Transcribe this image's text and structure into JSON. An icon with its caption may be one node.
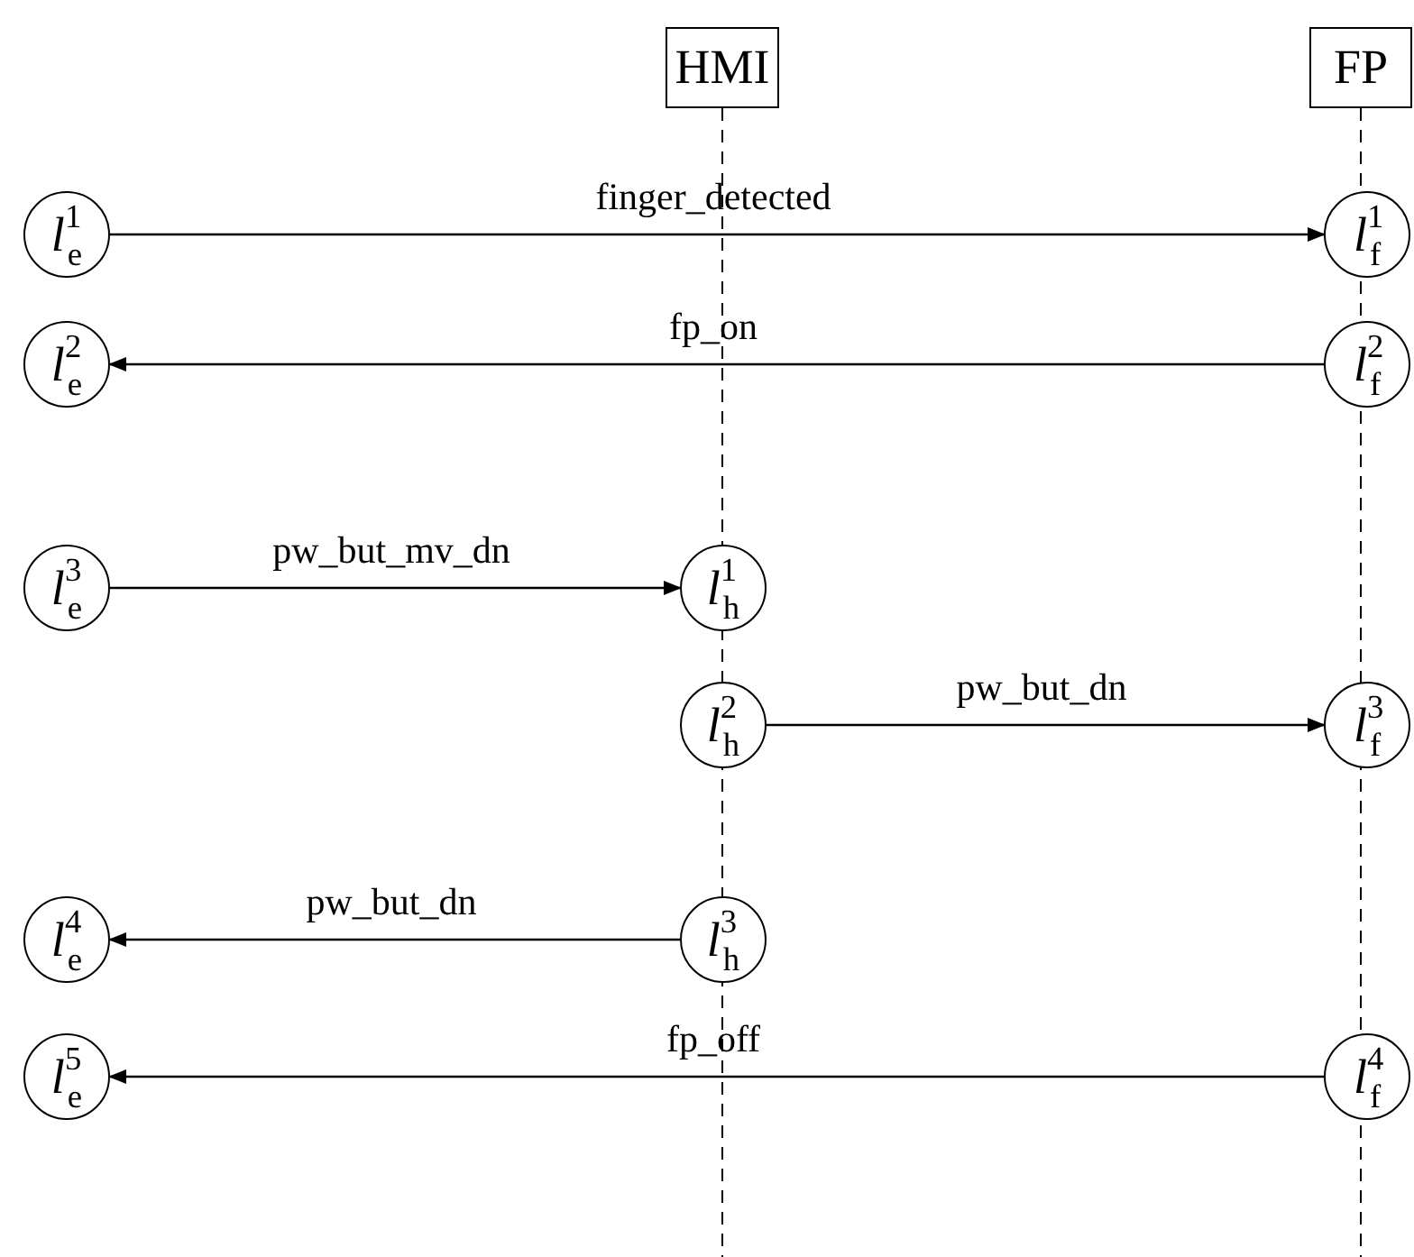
{
  "diagram": {
    "nodes": [
      {
        "text": [
          "HMI"
        ]
      },
      {
        "text": [
          "FP"
        ]
      },
      {
        "text": [
          "*l*$^{1}$$_{e}$"
        ]
      },
      {
        "text": [
          "*l*$^{1}$$_{f}$"
        ]
      },
      {
        "text": [
          "*l*$^{2}$$_{e}$"
        ]
      },
      {
        "text": [
          "*l*$^{2}$$_{f}$"
        ]
      },
      {
        "text": [
          "*l*$^{3}$$_{e}$"
        ]
      },
      {
        "text": [
          "*l*$^{1}$$_{h}$"
        ]
      },
      {
        "text": [
          "*l*$^{2}$$_{h}$"
        ]
      },
      {
        "text": [
          "*l*$^{3}$$_{f}$"
        ]
      },
      {
        "text": [
          "*l*$^{4}$$_{e}$"
        ]
      },
      {
        "text": [
          "*l*$^{3}$$_{h}$"
        ]
      },
      {
        "text": [
          "*l*$^{5}$$_{e}$"
        ]
      },
      {
        "text": [
          "*l*$^{4}$$_{f}$"
        ]
      }
    ],
    "edges": [
      {
        "from": 2,
        "to": 3,
        "arrow": "to",
        "label": "finger_detected"
      },
      {
        "from": 5,
        "to": 4,
        "arrow": "to",
        "label": "fp_on"
      },
      {
        "from": 6,
        "to": 7,
        "arrow": "to",
        "label": "pw_but_mv_dn"
      },
      {
        "from": 8,
        "to": 9,
        "arrow": "to",
        "label": "pw_but_dn"
      },
      {
        "from": 11,
        "to": 10,
        "arrow": "to",
        "label": "pw_but_dn"
      },
      {
        "from": 13,
        "to": 12,
        "arrow": "to",
        "label": "fp_off"
      }
    ]
  }
}
